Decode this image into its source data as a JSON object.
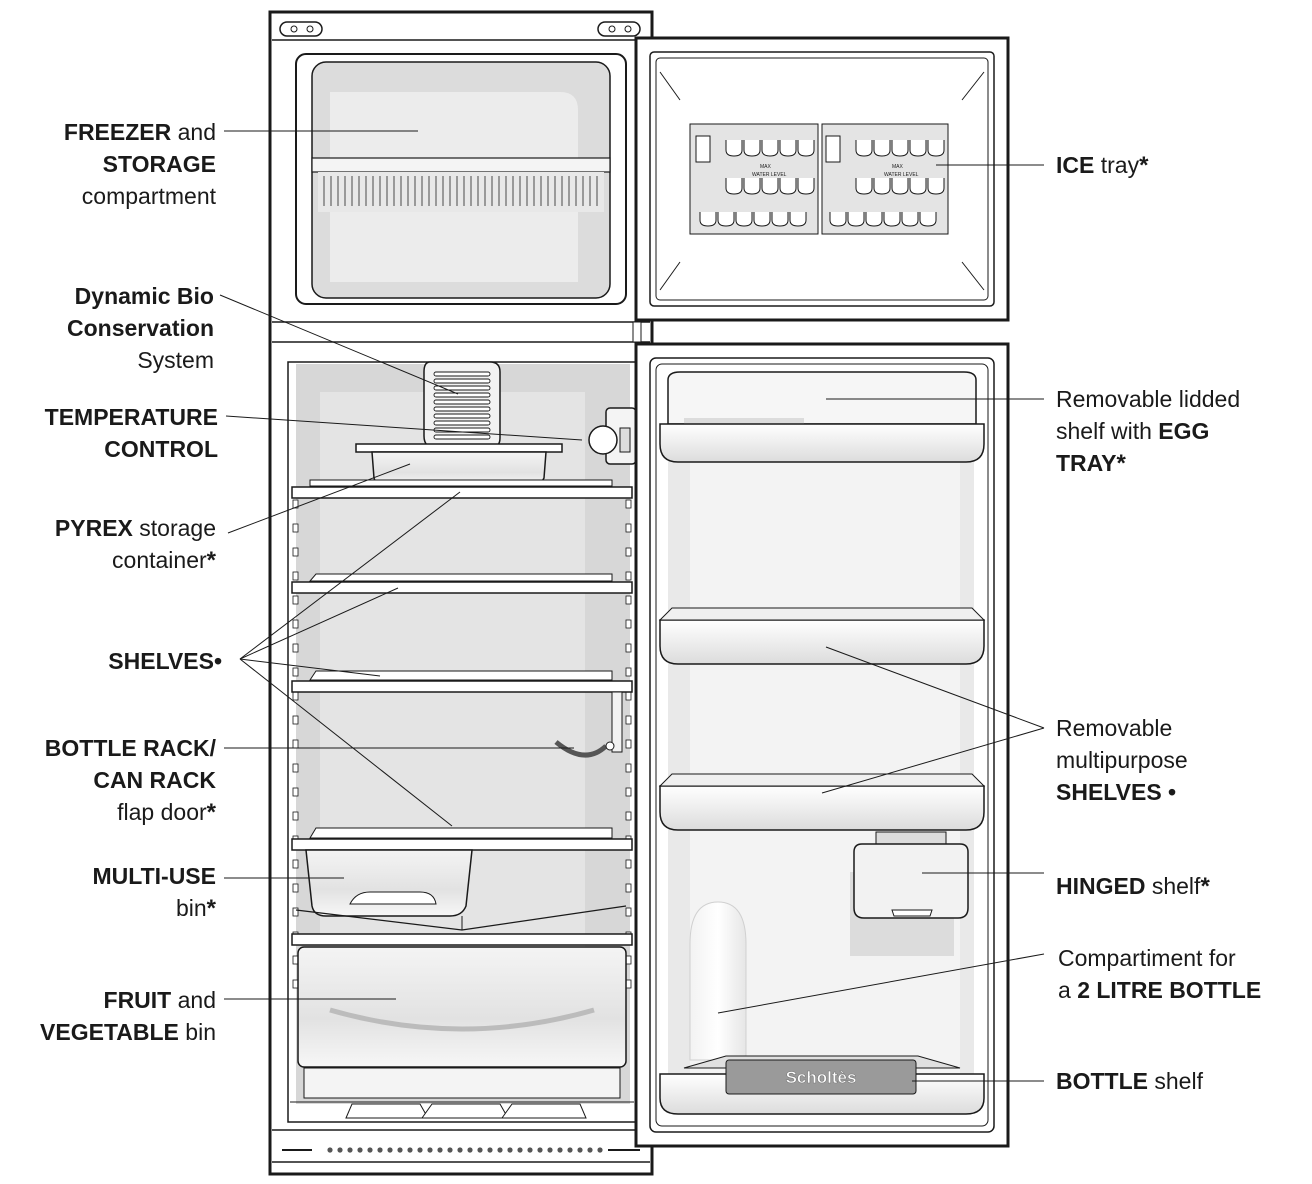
{
  "labels": {
    "freezer": {
      "b1": "FREEZER",
      "t1": " and",
      "b2": "STORAGE",
      "t3": "compartment"
    },
    "bio": {
      "b1": "Dynamic Bio",
      "b2": "Conservation",
      "t3": "System"
    },
    "temp": {
      "b1": "TEMPERATURE",
      "b2": "CONTROL"
    },
    "pyrex": {
      "b1": "PYREX",
      "t1": " storage",
      "t2": "container",
      "star": "*"
    },
    "shelves": {
      "b1": "SHELVES",
      "dot": "•"
    },
    "bottlerack": {
      "b1": "BOTTLE RACK/",
      "b2": "CAN RACK",
      "t3": "flap door",
      "star": "*"
    },
    "multiuse": {
      "b1": "MULTI-USE",
      "t2": "bin",
      "star": "*"
    },
    "fruit": {
      "b1": "FRUIT",
      "t1": " and",
      "b2": "VEGETABLE",
      "t2": " bin"
    },
    "ice": {
      "b1": "ICE",
      "t1": " tray",
      "star": "*"
    },
    "egg": {
      "t1": "Removable lidded",
      "t2": "shelf with ",
      "b2": "EGG",
      "b3": "TRAY",
      "star": "*"
    },
    "multipurpose": {
      "t1": "Removable",
      "t2": "multipurpose",
      "b3": "SHELVES •"
    },
    "hinged": {
      "b1": "HINGED",
      "t1": " shelf",
      "star": "*"
    },
    "compartment": {
      "t1": "Compartiment for",
      "t2": "a ",
      "b2": "2 LITRE BOTTLE"
    },
    "bottleshelf": {
      "b1": "BOTTLE",
      "t1": " shelf"
    }
  },
  "brand": "Scholtès",
  "ice_tray_text": {
    "max": "MAX",
    "water": "WATER LEVEL"
  },
  "colors": {
    "line": "#1a1a1a",
    "panel": "#d9d9d9",
    "light": "#efefef",
    "white": "#ffffff"
  }
}
